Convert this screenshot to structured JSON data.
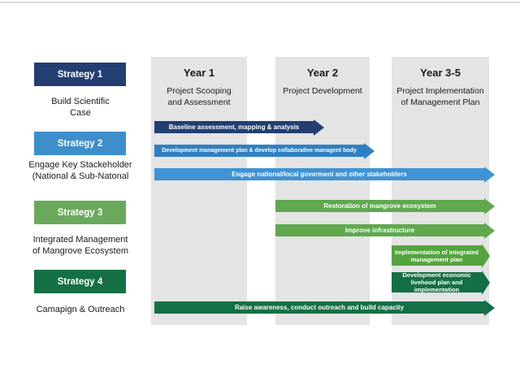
{
  "strategies": [
    {
      "label": "Strategy 1",
      "description": "Build Scientific\nCase",
      "color": "#223e72"
    },
    {
      "label": "Strategy 2",
      "description": "Engage Key Stackeholder\n(National & Sub-Natonal",
      "color": "#3e8ecb"
    },
    {
      "label": "Strategy 3",
      "description": "Integrated Management\nof Mangrove Ecosystem",
      "color": "#6aa95c"
    },
    {
      "label": "Strategy 4",
      "description": "Camapign & Outreach",
      "color": "#156f46"
    }
  ],
  "years": [
    {
      "label": "Year 1",
      "sublabel": "Project Scooping\nand Assessment"
    },
    {
      "label": "Year 2",
      "sublabel": "Project Development"
    },
    {
      "label": "Year 3-5",
      "sublabel": "Project Implementation\nof Management Plan"
    }
  ],
  "bars": [
    {
      "label": "Baseline assessment, mapping & analysis",
      "color": "#223e72",
      "span": "Year 1 to early Year 2"
    },
    {
      "label": "Development management plan & develop collaborative managent body",
      "color": "#2f80c3",
      "span": "Year 1 to end of Year 2"
    },
    {
      "label": "Engage national/local goverment and other stakeholders",
      "color": "#3f93d4",
      "span": "Year 1 to Year 3-5"
    },
    {
      "label": "Restoration of mangrove ecosystem",
      "color": "#5fa84e",
      "span": "Year 2 to Year 3-5"
    },
    {
      "label": "Improve infrastructure",
      "color": "#5fa84e",
      "span": "Year 2 to Year 3-5"
    },
    {
      "label": "Implementation of integrated management plan",
      "color": "#55a33f",
      "span": "Year 3-5"
    },
    {
      "label": "Development economic livehood plan and implementation",
      "color": "#156f46",
      "span": "Year 3-5"
    },
    {
      "label": "Raise awareness, conduct outreach and build capacity",
      "color": "#156f46",
      "span": "Year 1 to Year 3-5"
    }
  ],
  "colors": {
    "band_gray": "#e4e4e4",
    "navy": "#223e72",
    "blue": "#2f80c3",
    "light_blue": "#3f93d4",
    "green": "#5fa84e",
    "bright_green": "#55a33f",
    "dark_green": "#156f46"
  }
}
